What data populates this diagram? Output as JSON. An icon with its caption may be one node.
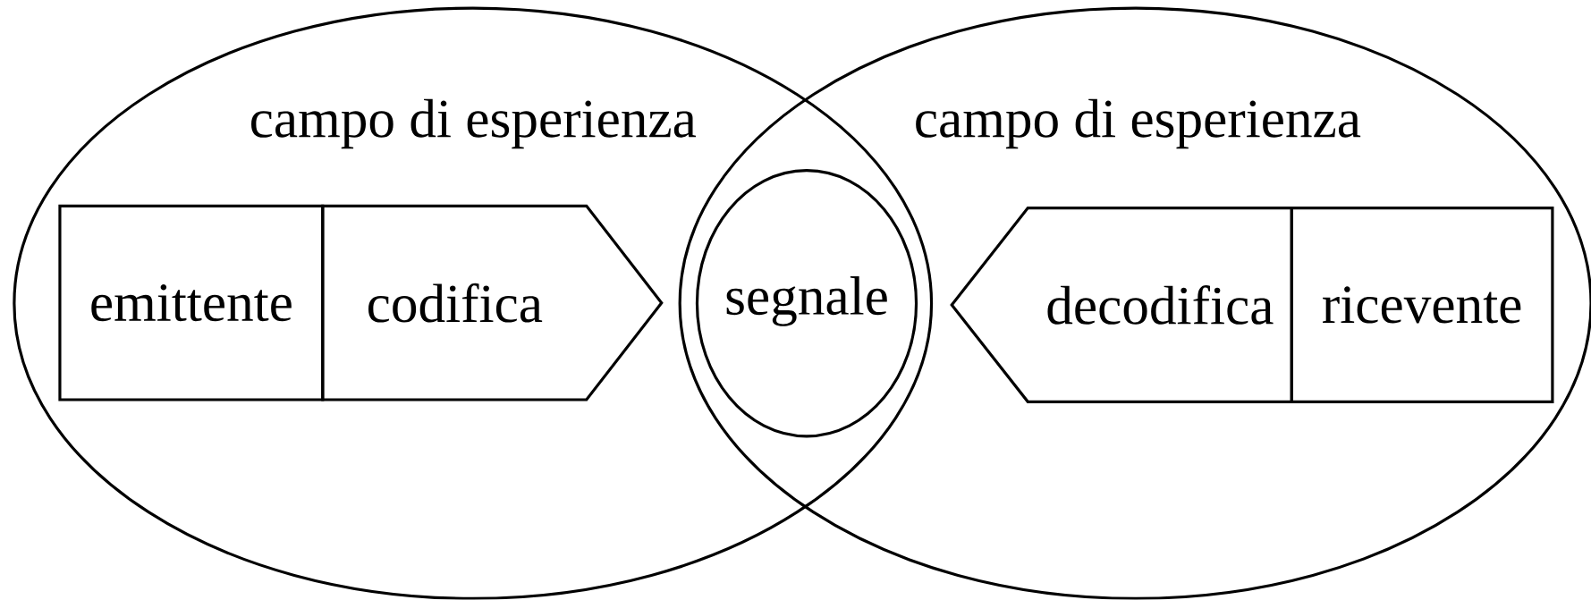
{
  "diagram": {
    "nodes": [
      {
        "text": [
          "campo di esperienza"
        ]
      },
      {
        "text": [
          "emittente"
        ],
        "in": 0
      },
      {
        "text": [
          "codifica"
        ],
        "in": 0
      },
      {
        "text": [
          "segnale"
        ]
      },
      {
        "text": [
          "campo di esperienza"
        ]
      },
      {
        "text": [
          "decodifica"
        ],
        "in": 4
      },
      {
        "text": [
          "ricevente"
        ],
        "in": 4
      }
    ]
  }
}
